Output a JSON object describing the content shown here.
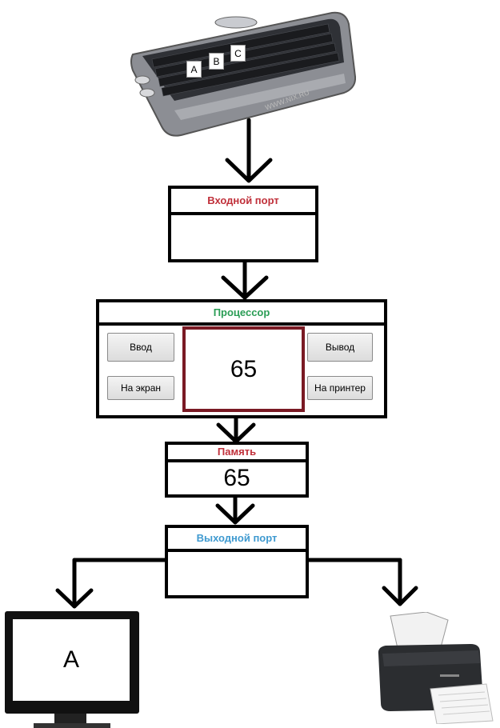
{
  "keyboard": {
    "keys": [
      "A",
      "B",
      "C"
    ],
    "watermark": "WWW.NIX.RU"
  },
  "input_port": {
    "title": "Входной порт",
    "value": ""
  },
  "processor": {
    "title": "Процессор",
    "display_value": "65",
    "buttons": {
      "input": "Ввод",
      "output": "Вывод",
      "to_screen": "На экран",
      "to_printer": "На принтер"
    }
  },
  "memory": {
    "title": "Память",
    "value": "65"
  },
  "output_port": {
    "title": "Выходной порт",
    "value": ""
  },
  "monitor": {
    "display": "A"
  },
  "colors": {
    "input_port_title": "#c0303a",
    "processor_title": "#2a9d55",
    "memory_title": "#c0303a",
    "output_port_title": "#3f9ad0",
    "processor_display_border": "#7a1a24"
  }
}
